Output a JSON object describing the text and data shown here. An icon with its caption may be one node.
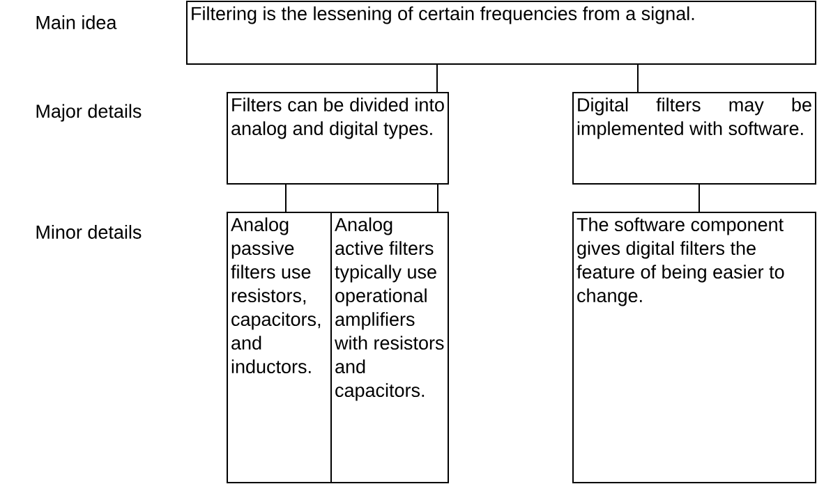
{
  "diagram": {
    "nodes": [
      {
        "text": [
          "Filtering is the lessening of certain frequencies from a signal."
        ]
      },
      {
        "text": [
          "Filters can be divided into analog and digital types."
        ]
      },
      {
        "text": [
          "Digital filters may be implemented with software."
        ]
      },
      {
        "text": [
          "Analog passive filters use resistors, capacitors, and inductors."
        ]
      },
      {
        "text": [
          "Analog active filters typically use operational amplifiers with resistors and capacitors."
        ]
      },
      {
        "text": [
          "The software component gives digital filters the feature of being easier to change."
        ]
      }
    ],
    "edges": [
      {
        "from": 0,
        "to": 1,
        "arrow": "none"
      },
      {
        "from": 0,
        "to": 2,
        "arrow": "none"
      },
      {
        "from": 1,
        "to": 3,
        "arrow": "none"
      },
      {
        "from": 1,
        "to": 4,
        "arrow": "none"
      },
      {
        "from": 2,
        "to": 5,
        "arrow": "none"
      }
    ],
    "labels": [
      "Main idea",
      "Major details",
      "Minor details"
    ]
  }
}
